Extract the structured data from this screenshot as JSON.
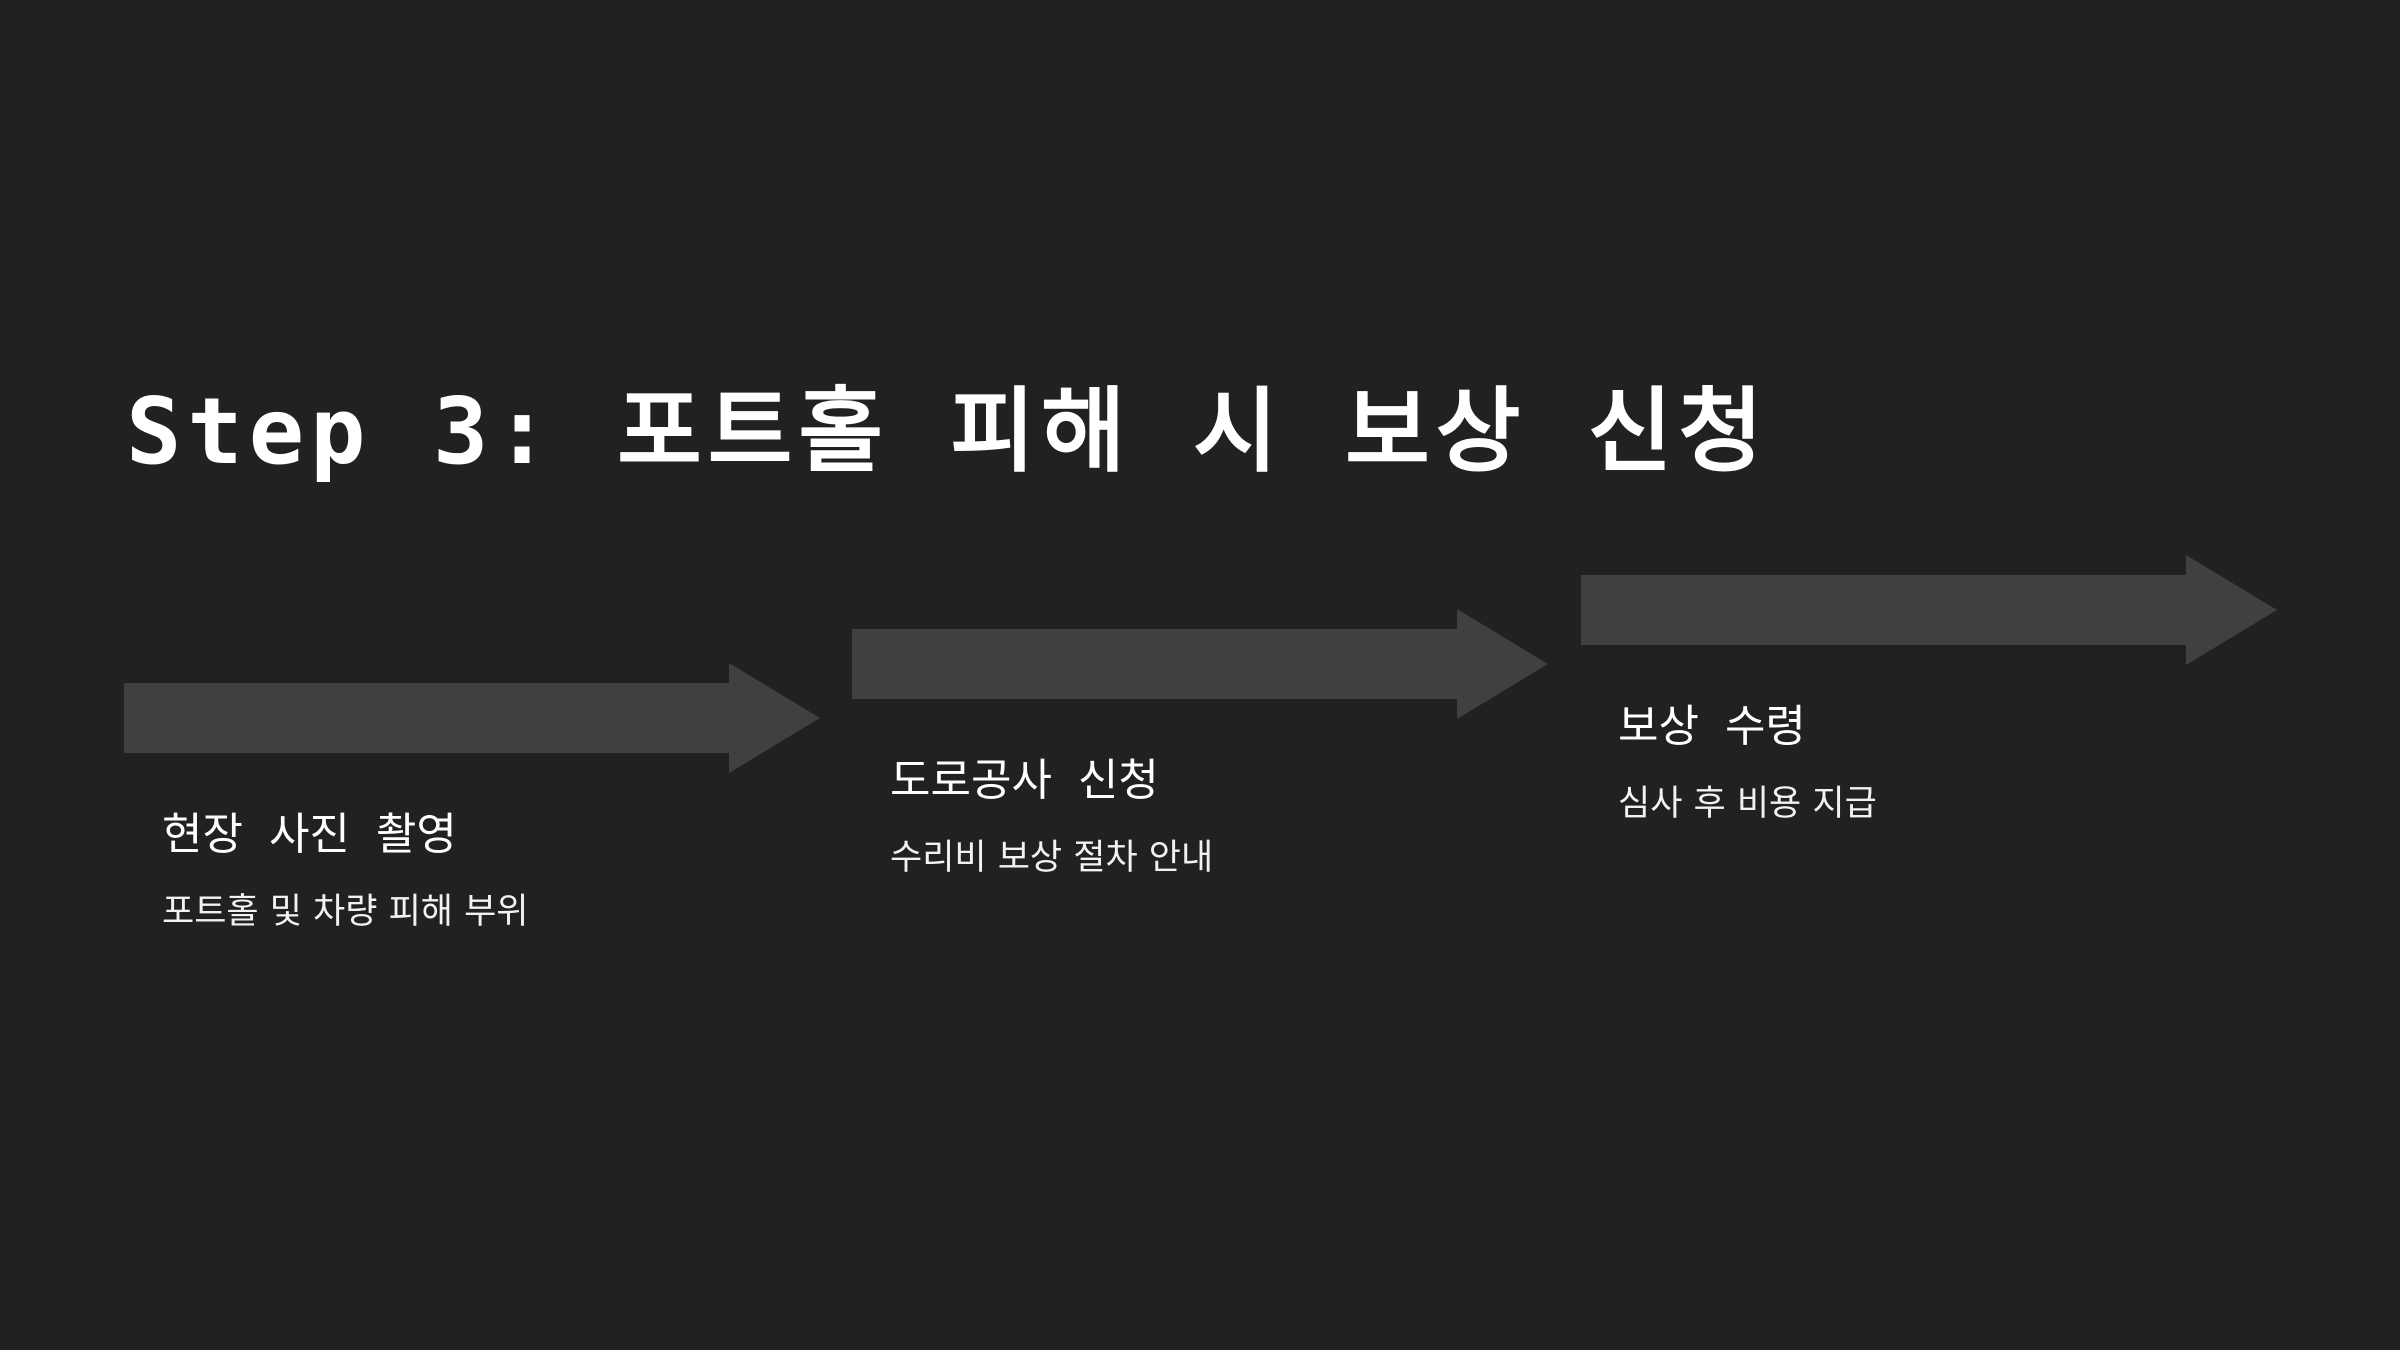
{
  "title": "Step 3: 포트홀 피해 시 보상 신청",
  "colors": {
    "background": "#212121",
    "arrow": "#404040",
    "text": "#ffffff"
  },
  "steps": [
    {
      "title": "현장 사진 촬영",
      "description": "포트홀 및 차량 피해 부위"
    },
    {
      "title": "도로공사 신청",
      "description": "수리비 보상 절차 안내"
    },
    {
      "title": "보상 수령",
      "description": "심사 후 비용 지급"
    }
  ]
}
